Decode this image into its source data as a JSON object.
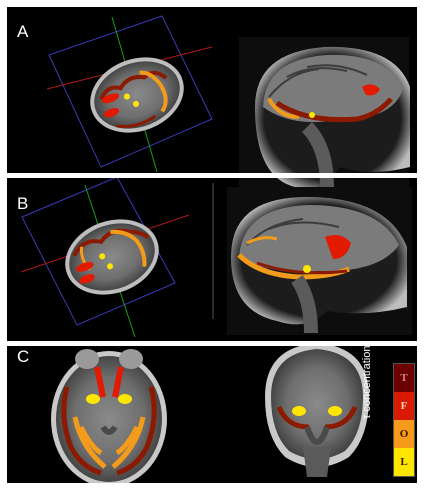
{
  "panels": [
    "A",
    "B",
    "C"
  ],
  "legend": {
    "title": "τ concentration",
    "items": [
      {
        "label": "T",
        "color": "#6b0000"
      },
      {
        "label": "F",
        "color": "#d81a00"
      },
      {
        "label": "O",
        "color": "#f59a1a"
      },
      {
        "label": "L",
        "color": "#ffe600"
      }
    ]
  }
}
